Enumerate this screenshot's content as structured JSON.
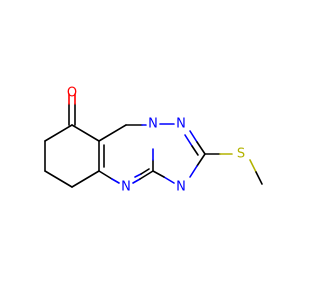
{
  "structure": {
    "atoms": {
      "o1": {
        "label": "O",
        "color": "#ff0000"
      },
      "n1": {
        "label": "N",
        "color": "#0000ff"
      },
      "n2": {
        "label": "N",
        "color": "#0000ff"
      },
      "n3": {
        "label": "N",
        "color": "#0000ff"
      },
      "n4": {
        "label": "N",
        "color": "#0000ff"
      },
      "s1": {
        "label": "S",
        "color": "#b3b300"
      }
    },
    "colors": {
      "bond": "#000000",
      "nitrogen": "#0000ff",
      "oxygen": "#ff0000",
      "sulfur": "#b3b300"
    }
  }
}
